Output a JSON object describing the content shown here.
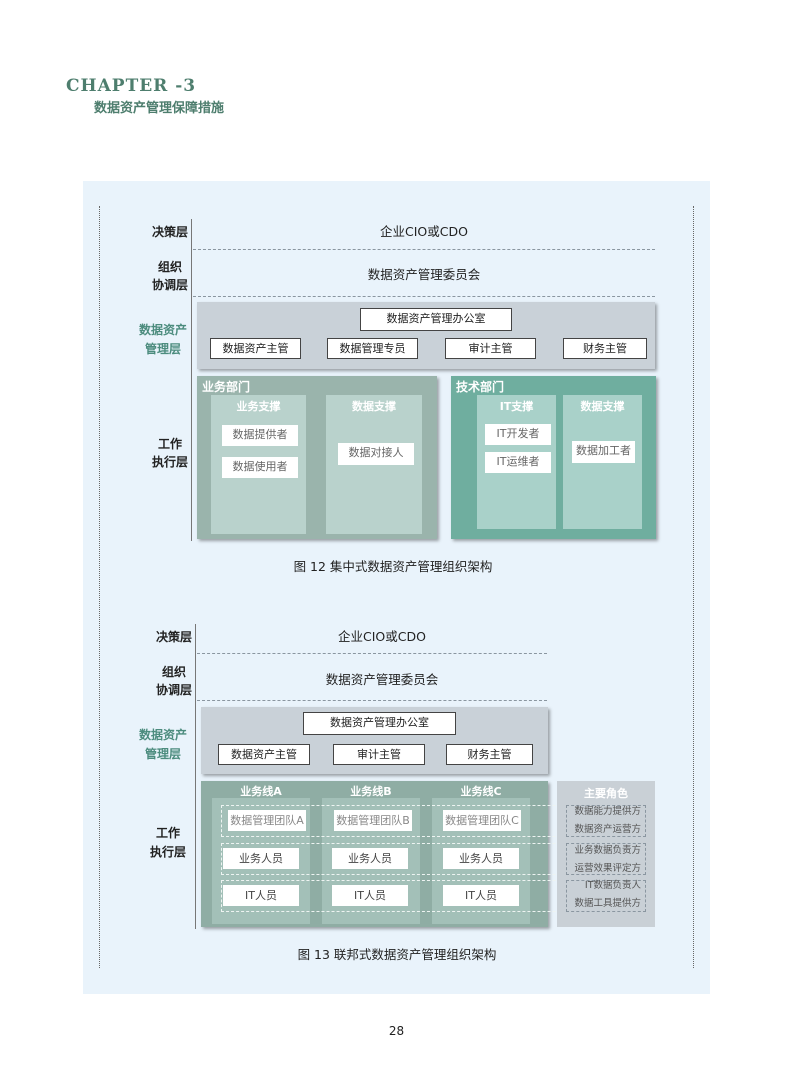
{
  "header": {
    "chapter": "CHAPTER -3",
    "subtitle": "数据资产管理保障措施"
  },
  "fig12": {
    "layers": {
      "decision": "决策层",
      "coord_1": "组织",
      "coord_2": "协调层",
      "mgmt_1": "数据资产",
      "mgmt_2": "管理层",
      "exec_1": "工作",
      "exec_2": "执行层"
    },
    "decision_text": "企业CIO或CDO",
    "coord_text": "数据资产管理委员会",
    "office": "数据资产管理办公室",
    "roles": [
      "数据资产主管",
      "数据管理专员",
      "审计主管",
      "财务主管"
    ],
    "biz": {
      "title": "业务部门",
      "col1": {
        "title": "业务支撑",
        "items": [
          "数据提供者",
          "数据使用者"
        ]
      },
      "col2": {
        "title": "数据支撑",
        "items": [
          "数据对接人"
        ]
      }
    },
    "tech": {
      "title": "技术部门",
      "col1": {
        "title": "IT支撑",
        "items": [
          "IT开发者",
          "IT运维者"
        ]
      },
      "col2": {
        "title": "数据支撑",
        "items": [
          "数据加工者"
        ]
      }
    },
    "caption": "图 12 集中式数据资产管理组织架构"
  },
  "fig13": {
    "layers": {
      "decision": "决策层",
      "coord_1": "组织",
      "coord_2": "协调层",
      "mgmt_1": "数据资产",
      "mgmt_2": "管理层",
      "exec_1": "工作",
      "exec_2": "执行层"
    },
    "decision_text": "企业CIO或CDO",
    "coord_text": "数据资产管理委员会",
    "office": "数据资产管理办公室",
    "roles": [
      "数据资产主管",
      "审计主管",
      "财务主管"
    ],
    "lines": [
      {
        "title": "业务线A",
        "team": "数据管理团队A",
        "biz": "业务人员",
        "it": "IT人员"
      },
      {
        "title": "业务线B",
        "team": "数据管理团队B",
        "biz": "业务人员",
        "it": "IT人员"
      },
      {
        "title": "业务线C",
        "team": "数据管理团队C",
        "biz": "业务人员",
        "it": "IT人员"
      }
    ],
    "main_roles": {
      "title": "主要角色",
      "items": [
        "数据能力提供方",
        "数据资产运营方",
        "业务数据负责方",
        "运营效果评定方",
        "IT数据负责人",
        "数据工具提供方"
      ]
    },
    "caption": "图 13 联邦式数据资产管理组织架构"
  },
  "page_number": "28"
}
